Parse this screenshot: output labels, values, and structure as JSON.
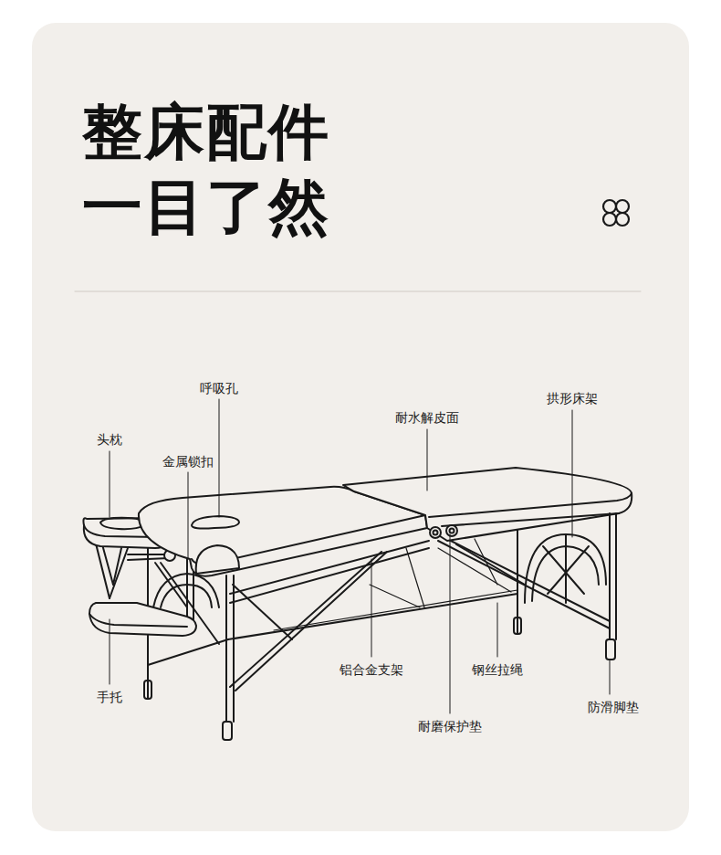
{
  "diagram": {
    "title": "整床配件 一目了然",
    "labels": [
      "呼吸孔",
      "头枕",
      "金属锁扣",
      "耐水解皮面",
      "拱形床架",
      "手托",
      "铝合金支架",
      "钢丝拉绳",
      "耐磨保护垫",
      "防滑脚垫"
    ]
  }
}
